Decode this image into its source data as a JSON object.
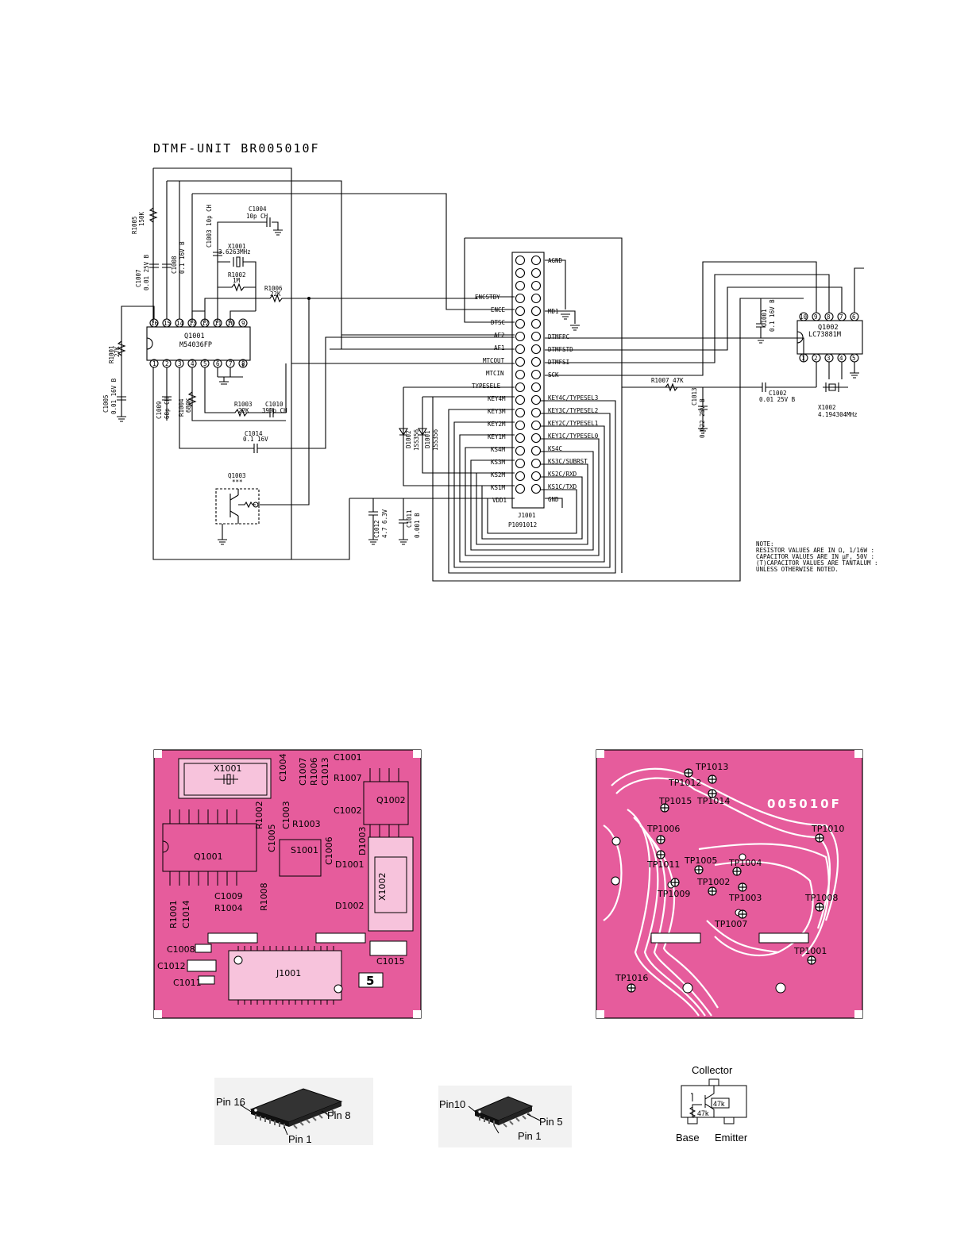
{
  "schematic": {
    "title": "DTMF-UNIT  BR005010F",
    "ic_q1001": {
      "ref": "Q1001",
      "part": "M54036FP",
      "top_pins": [
        "16",
        "15",
        "14",
        "13",
        "12",
        "11",
        "10",
        "9"
      ],
      "bottom_pins": [
        "1",
        "2",
        "3",
        "4",
        "5",
        "6",
        "7",
        "8"
      ]
    },
    "ic_q1002": {
      "ref": "Q1002",
      "part": "LC73881M",
      "top_pins": [
        "10",
        "9",
        "8",
        "7",
        "6"
      ],
      "bottom_pins": [
        "1",
        "2",
        "3",
        "4",
        "5"
      ]
    },
    "connector": {
      "ref": "J1001",
      "part": "P1091012",
      "left_labels": [
        "ENCSTBY",
        "ENCE",
        "DTSC",
        "AF2",
        "AF1",
        "MTCOUT",
        "MTCIN",
        "TYPESELE",
        "KEY4M",
        "KEY3M",
        "KEY2M",
        "KEY1M",
        "KS4M",
        "KS3M",
        "KS2M",
        "KS1M",
        "VDD1"
      ],
      "right_labels": [
        "AGND",
        "",
        "",
        "MD1",
        "",
        "DTMFPC",
        "DTMFSTD",
        "DTMFSI",
        "SCK",
        "",
        "KEY4C/TYPESEL3",
        "KEY3C/TYPESEL2",
        "KEY2C/TYPESEL1",
        "KEY1C/TYPESEL0",
        "KS4C",
        "KS3C/SUBRST",
        "KS2C/RXD",
        "KS1C/TXD",
        "GND"
      ]
    },
    "components": {
      "r1005": "R1005",
      "r1005_val": "150K",
      "c1004": "C1004",
      "c1004_val": "10p CH",
      "c1003": "C1003 10p CH",
      "x1001": "X1001",
      "x1001_val": "3.6263MHz",
      "r1002": "R1002",
      "r1002_val": "1M",
      "r1006": "R1006",
      "r1006_val": "22K",
      "c1007": "C1007",
      "c1007_val": "0.01 25V B",
      "c1008": "C1008",
      "c1008_val": "0.1 16V B",
      "r1001": "R1001",
      "r1001_val": "27K",
      "c1005": "C1005",
      "c1005_val": "0.01 16V B",
      "c1009": "C1009",
      "c1009_val": "68p CH",
      "r1004": "R1004",
      "r1004_val": "680K",
      "r1003": "R1003",
      "r1003_val": "22K",
      "c1010": "C1010",
      "c1010_val": "390p CH",
      "c1014": "C1014",
      "c1014_val": "0.1 16V",
      "q1003": "Q1003",
      "q1003_val": "***",
      "c1012": "C1012",
      "c1012_val": "4.7 6.3V",
      "c1011": "C1011",
      "c1011_val": "0.001 B",
      "d1002": "D1002",
      "d1002_val": "1SS356",
      "d1001": "D1001",
      "d1001_val": "1SS356",
      "r1007": "R1007 47K",
      "c1013": "C1013",
      "c1013_val": "0.022 25V B",
      "c1001": "C1001",
      "c1001_val": "0.1 16V B",
      "c1002": "C1002",
      "c1002_val": "0.01 25V B",
      "x1002": "X1002",
      "x1002_val": "4.194304MHz"
    },
    "note": [
      "NOTE:",
      "RESISTOR VALUES ARE IN Ω, 1/16W :",
      "CAPACITOR VALUES ARE IN μF, 50V :",
      "(T)CAPACITOR VALUES ARE TANTALUM :",
      "UNLESS OTHERWISE NOTED."
    ]
  },
  "pcb_top": {
    "labels": [
      "X1001",
      "C1004",
      "C1007",
      "R1006",
      "C1013",
      "C1001",
      "R1007",
      "C1002",
      "Q1002",
      "R1002",
      "C1003",
      "R1003",
      "C1005",
      "S1001",
      "C1006",
      "D1003",
      "D1001",
      "D1002",
      "X1002",
      "Q1001",
      "R1008",
      "C1009",
      "R1004",
      "R1001",
      "C1014",
      "C1008",
      "C1012",
      "C1011",
      "J1001",
      "C1015",
      "5"
    ],
    "color": "#e65c9c"
  },
  "pcb_bottom": {
    "board_id": "005010F",
    "test_points": [
      "TP1013",
      "TP1012",
      "TP1015",
      "TP1014",
      "TP1006",
      "TP1011",
      "TP1005",
      "TP1004",
      "TP1002",
      "TP1003",
      "TP1009",
      "TP1010",
      "TP1008",
      "TP1007",
      "TP1001",
      "TP1016"
    ],
    "color": "#e65c9c"
  },
  "packages": {
    "ic16": {
      "pin_high": "Pin 16",
      "pin_mid": "Pin 8",
      "pin_low": "Pin 1"
    },
    "ic10": {
      "pin_high": "Pin10",
      "pin_mid": "Pin 5",
      "pin_low": "Pin 1"
    },
    "transistor": {
      "collector": "Collector",
      "base": "Base",
      "emitter": "Emitter",
      "r1": "47k",
      "r2": "47k"
    }
  }
}
